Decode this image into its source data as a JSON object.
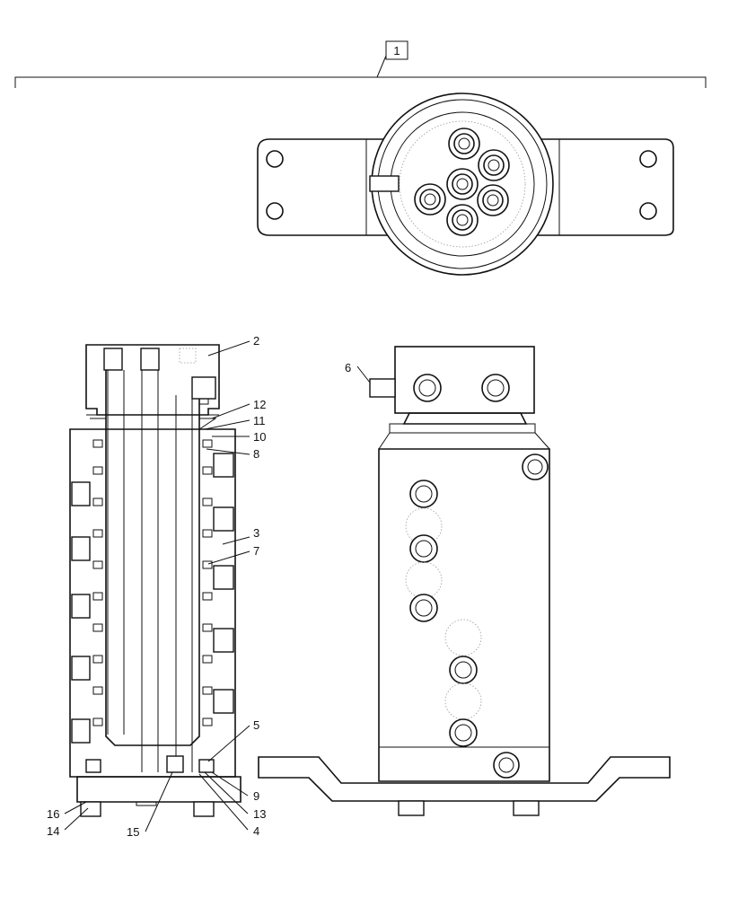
{
  "diagram": {
    "assembly_callout": "1",
    "callouts": [
      "2",
      "12",
      "11",
      "10",
      "8",
      "3",
      "7",
      "5",
      "9",
      "13",
      "4",
      "16",
      "14",
      "15",
      "6"
    ]
  }
}
